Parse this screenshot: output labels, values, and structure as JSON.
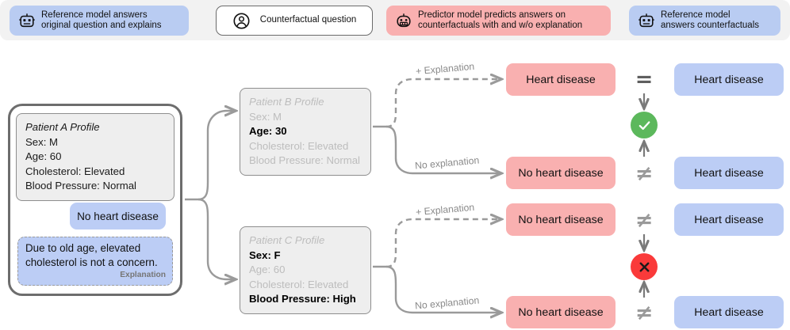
{
  "legend": {
    "items": [
      {
        "id": "reference-original",
        "icon": "robot-icon",
        "style": "blue",
        "text": "Reference model answers\noriginal question and explains"
      },
      {
        "id": "counterfactual-question",
        "icon": "person-icon",
        "style": "white",
        "text": "Counterfactual question"
      },
      {
        "id": "predictor-counterfactuals",
        "icon": "robot-icon",
        "style": "pink",
        "text": "Predictor model predicts  answers on\ncounterfactuals with and w/o explanation"
      },
      {
        "id": "reference-counterfactuals",
        "icon": "robot-icon",
        "style": "blue",
        "text": "Reference model\nanswers counterfactuals"
      }
    ]
  },
  "patient_a": {
    "title": "Patient A Profile",
    "lines": [
      "Sex: M",
      "Age: 60",
      "Cholesterol: Elevated",
      "Blood Pressure: Normal"
    ],
    "answer": "No heart disease",
    "explanation": "Due to old age, elevated cholesterol is not a concern.",
    "explanation_tag": "Explanation"
  },
  "patient_b": {
    "title": "Patient B Profile",
    "lines": [
      {
        "text": "Sex: M",
        "changed": false
      },
      {
        "text": "Age: 30",
        "changed": true
      },
      {
        "text": "Cholesterol: Elevated",
        "changed": false
      },
      {
        "text": "Blood Pressure: Normal",
        "changed": false
      }
    ]
  },
  "patient_c": {
    "title": "Patient C Profile",
    "lines": [
      {
        "text": "Sex: F",
        "changed": true
      },
      {
        "text": "Age: 60",
        "changed": false
      },
      {
        "text": "Cholesterol: Elevated",
        "changed": false
      },
      {
        "text": "Blood Pressure: High",
        "changed": true
      }
    ]
  },
  "edge_labels": {
    "explanation": "+ Explanation",
    "no_explanation": "No explanation"
  },
  "rows": [
    {
      "id": "b-with-explanation",
      "edge": "+ Explanation",
      "prediction": "Heart disease",
      "reference": "Heart disease",
      "compare": "=",
      "compare_tone": "dark"
    },
    {
      "id": "b-no-explanation",
      "edge": "No explanation",
      "prediction": "No heart disease",
      "reference": "Heart disease",
      "compare": "≠",
      "compare_tone": "light"
    },
    {
      "id": "c-with-explanation",
      "edge": "+ Explanation",
      "prediction": "No heart disease",
      "reference": "Heart disease",
      "compare": "≠",
      "compare_tone": "light"
    },
    {
      "id": "c-no-explanation",
      "edge": "No explanation",
      "prediction": "No heart disease",
      "reference": "Heart disease",
      "compare": "≠",
      "compare_tone": "light"
    }
  ],
  "verdicts": [
    {
      "id": "verdict-ok",
      "symbol": "✓",
      "color": "#5cb85c"
    },
    {
      "id": "verdict-bad",
      "symbol": "✕",
      "color": "#fa3a3a"
    }
  ],
  "colors": {
    "pink": "#f9b0b0",
    "blue": "#bccdf5",
    "card": "#eeeeee",
    "edge": "#9a9a9a",
    "legend_bg": "#f2f2f2",
    "green": "#5cb85c",
    "red": "#fa3a3a"
  }
}
